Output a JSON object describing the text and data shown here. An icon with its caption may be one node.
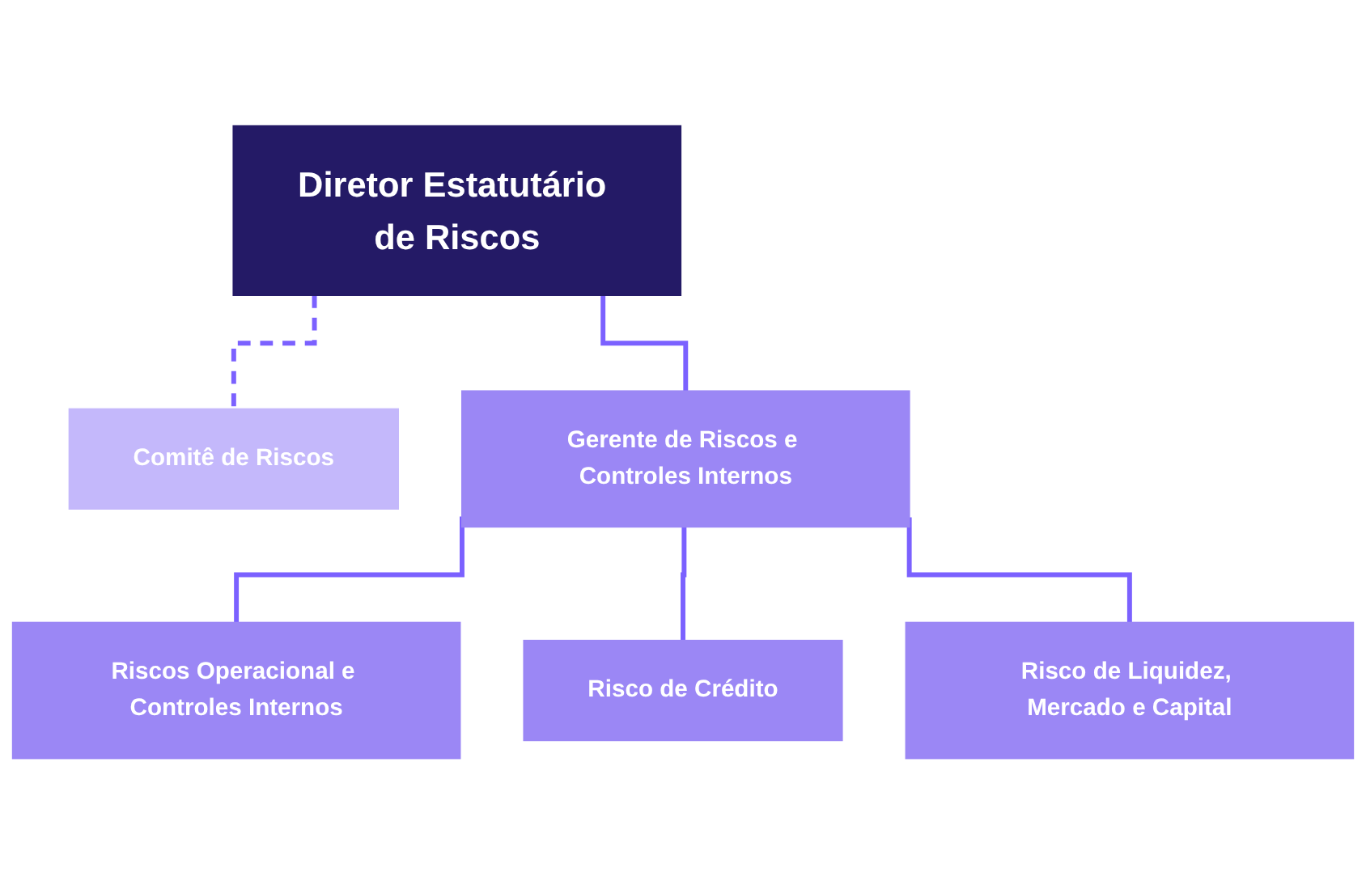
{
  "diagram": {
    "nodes": [
      {
        "text": [
          "Diretor Estatutário de Riscos"
        ]
      },
      {
        "text": [
          "Comitê de Riscos"
        ]
      },
      {
        "text": [
          "Gerente de Riscos e Controles Internos"
        ]
      },
      {
        "text": [
          "Riscos Operacional e Controles Internos"
        ]
      },
      {
        "text": [
          "Risco de Crédito"
        ]
      },
      {
        "text": [
          "Risco de Liquidez, Mercado e Capital"
        ]
      }
    ],
    "edges": [
      {
        "from": 0,
        "to": 1,
        "arrow": "none",
        "style": "dashed"
      },
      {
        "from": 0,
        "to": 2,
        "arrow": "none"
      },
      {
        "from": 2,
        "to": 3,
        "arrow": "none"
      },
      {
        "from": 2,
        "to": 4,
        "arrow": "none"
      },
      {
        "from": 2,
        "to": 5,
        "arrow": "none"
      }
    ]
  }
}
